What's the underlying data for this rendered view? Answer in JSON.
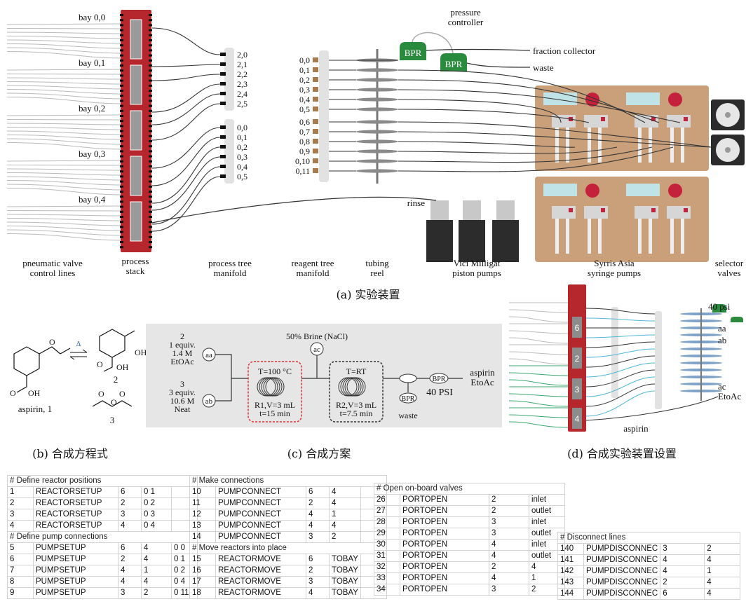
{
  "panel_a": {
    "bays": [
      "bay 0,0",
      "bay 0,1",
      "bay 0,2",
      "bay 0,3",
      "bay 0,4"
    ],
    "process_ports": [
      "2,0",
      "2,1",
      "2,2",
      "2,3",
      "2,4",
      "2,5",
      "0,0",
      "0,1",
      "0,2",
      "0,3",
      "0,4",
      "0,5"
    ],
    "reagent_ports": [
      "0,0",
      "0,1",
      "0,2",
      "0,3",
      "0,4",
      "0,5",
      "0,6",
      "0,7",
      "0,8",
      "0,9",
      "0,10",
      "0,11"
    ],
    "bpr": "BPR",
    "pressure_controller": "pressure\ncontroller",
    "fraction_collector": "fraction collector",
    "waste": "waste",
    "rinse": "rinse",
    "labels": {
      "pneumatic": "pneumatic valve\ncontrol lines",
      "process_stack": "process\nstack",
      "process_tree": "process tree\nmanifold",
      "reagent_tree": "reagent tree\nmanifold",
      "tubing_reel": "tubing\nreel",
      "vici": "Vici Milligat\npiston pumps",
      "syrris": "Syrris Asia\nsyringe pumps",
      "selector": "selector\nvalves"
    },
    "caption": "(a) 实验装置"
  },
  "panel_b": {
    "aspirin": "aspirin, 1",
    "arrow_top": "Δ",
    "cmpd2": "2",
    "cmpd3": "3",
    "oh": "OH",
    "o": "O",
    "caption": "(b) 合成方程式"
  },
  "panel_c": {
    "reagent2": "2\n1 equiv.\n1.4 M\nEtOAc",
    "reagent3": "3\n3 equiv.\n10.6 M\nNeat",
    "aa": "aa",
    "ab": "ab",
    "ac": "ac",
    "brine": "50% Brine (NaCl)",
    "r1_temp": "T=100 °C",
    "r1_info": "R1,V=3 mL\nt=15 min",
    "r2_temp": "T=RT",
    "r2_info": "R2,V=3 mL\nt=7.5 min",
    "bpr": "BPR",
    "psi": "40 PSI",
    "waste": "waste",
    "product": "aspirin\nEtoAc",
    "caption": "(c) 合成方案"
  },
  "panel_d": {
    "slots": [
      "6",
      "2",
      "3",
      "4"
    ],
    "psi": "40 psi",
    "aa": "aa",
    "ab": "ab",
    "ac": "ac",
    "etoac": "EtoAc",
    "aspirin": "aspirin",
    "caption": "(d) 合成实验装置设置"
  },
  "tables": [
    {
      "sections": [
        {
          "header": "# Define reactor positions",
          "rows": [
            [
              "1",
              "REACTORSETUP",
              "6",
              "0 1",
              ""
            ],
            [
              "2",
              "REACTORSETUP",
              "2",
              "0 2",
              ""
            ],
            [
              "3",
              "REACTORSETUP",
              "3",
              "0 3",
              ""
            ],
            [
              "4",
              "REACTORSETUP",
              "4",
              "0 4",
              ""
            ]
          ]
        },
        {
          "header": "# Define pump connections",
          "rows": [
            [
              "5",
              "PUMPSETUP",
              "6",
              "4",
              "0 0"
            ],
            [
              "6",
              "PUMPSETUP",
              "2",
              "4",
              "0 1"
            ],
            [
              "7",
              "PUMPSETUP",
              "4",
              "1",
              "0 2"
            ],
            [
              "8",
              "PUMPSETUP",
              "4",
              "4",
              "0 4"
            ],
            [
              "9",
              "PUMPSETUP",
              "3",
              "2",
              "0 11"
            ]
          ]
        }
      ]
    },
    {
      "sections": [
        {
          "header": "# Make connections",
          "rows": [
            [
              "10",
              "PUMPCONNECT",
              "6",
              "4",
              ""
            ],
            [
              "11",
              "PUMPCONNECT",
              "2",
              "4",
              ""
            ],
            [
              "12",
              "PUMPCONNECT",
              "4",
              "1",
              ""
            ],
            [
              "13",
              "PUMPCONNECT",
              "4",
              "4",
              ""
            ],
            [
              "14",
              "PUMPCONNECT",
              "3",
              "2",
              ""
            ]
          ]
        },
        {
          "header": "# Move reactors into place",
          "rows": [
            [
              "15",
              "REACTORMOVE",
              "6",
              "TOBAY",
              ""
            ],
            [
              "16",
              "REACTORMOVE",
              "2",
              "TOBAY",
              ""
            ],
            [
              "17",
              "REACTORMOVE",
              "3",
              "TOBAY",
              ""
            ],
            [
              "18",
              "REACTORMOVE",
              "4",
              "TOBAY",
              ""
            ]
          ]
        }
      ]
    },
    {
      "sections": [
        {
          "header": "# Open on-board valves",
          "rows": [
            [
              "26",
              "PORTOPEN",
              "2",
              "inlet"
            ],
            [
              "27",
              "PORTOPEN",
              "2",
              "outlet"
            ],
            [
              "28",
              "PORTOPEN",
              "3",
              "inlet"
            ],
            [
              "29",
              "PORTOPEN",
              "3",
              "outlet"
            ],
            [
              "30",
              "PORTOPEN",
              "4",
              "inlet"
            ],
            [
              "31",
              "PORTOPEN",
              "4",
              "outlet"
            ],
            [
              "32",
              "PORTOPEN",
              "2",
              "4"
            ],
            [
              "33",
              "PORTOPEN",
              "4",
              "1"
            ],
            [
              "34",
              "PORTOPEN",
              "3",
              "2"
            ]
          ]
        }
      ]
    },
    {
      "sections": [
        {
          "header": "# Disconnect lines",
          "rows": [
            [
              "140",
              "PUMPDISCONNEC",
              "3",
              "2"
            ],
            [
              "141",
              "PUMPDISCONNEC",
              "4",
              "4"
            ],
            [
              "142",
              "PUMPDISCONNEC",
              "4",
              "1"
            ],
            [
              "143",
              "PUMPDISCONNEC",
              "2",
              "4"
            ],
            [
              "144",
              "PUMPDISCONNEC",
              "6",
              "4"
            ]
          ]
        }
      ]
    }
  ]
}
